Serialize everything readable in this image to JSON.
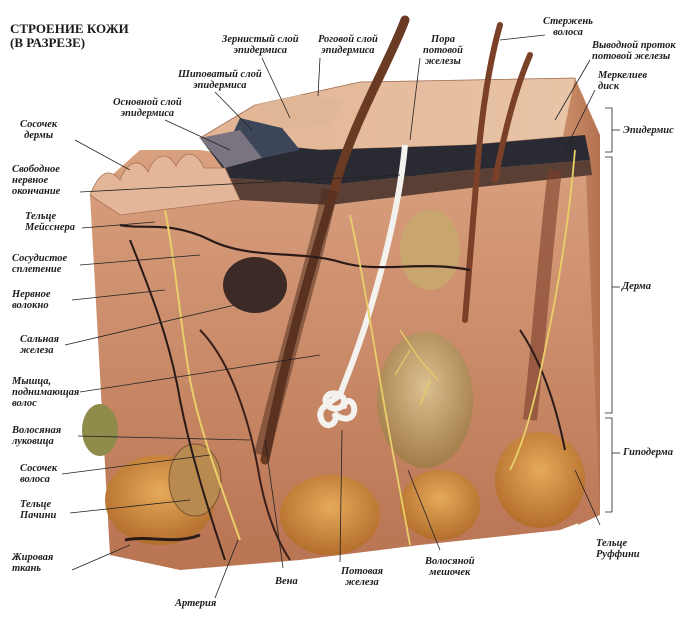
{
  "title": [
    "СТРОЕНИЕ КОЖИ",
    "(В РАЗРЕЗЕ)"
  ],
  "labels": {
    "granular": [
      "Зернистый слой",
      "эпидермиса"
    ],
    "horny": [
      "Роговой слой",
      "эпидермиса"
    ],
    "sweat_pore": [
      "Пора",
      "потовой",
      "железы"
    ],
    "hair_shaft": [
      "Стержень",
      "волоса"
    ],
    "excretory_duct": [
      "Выводной проток",
      "потовой железы"
    ],
    "spinous": [
      "Шиповатый слой",
      "эпидермиса"
    ],
    "merkel": [
      "Меркелиев",
      "диск"
    ],
    "basal": [
      "Основной слой",
      "эпидермиса"
    ],
    "papilla_dermis": [
      "Сосочек",
      "дермы"
    ],
    "epidermis": [
      "Эпидермис"
    ],
    "free_nerve": [
      "Свободное",
      "нервное",
      "окончание"
    ],
    "meissner": [
      "Тельце",
      "Мейсснера"
    ],
    "vascular_plexus": [
      "Сосудистое",
      "сплетение"
    ],
    "nerve_fiber": [
      "Нервное",
      "волокно"
    ],
    "dermis": [
      "Дерма"
    ],
    "sebaceous": [
      "Сальная",
      "железа"
    ],
    "arrector": [
      "Мышца,",
      "поднимающая",
      "волос"
    ],
    "hair_bulb": [
      "Волосяная",
      "луковица"
    ],
    "hypodermis": [
      "Гиподерма"
    ],
    "hair_papilla": [
      "Сосочек",
      "волоса"
    ],
    "pacini": [
      "Тельце",
      "Пачини"
    ],
    "ruffini": [
      "Тельце",
      "Руффини"
    ],
    "fat": [
      "Жировая",
      "ткань"
    ],
    "sweat_gland": [
      "Потовая",
      "железа"
    ],
    "follicle": [
      "Волосяной",
      "мешочек"
    ],
    "vein": [
      "Вена"
    ],
    "artery": [
      "Артерия"
    ]
  }
}
